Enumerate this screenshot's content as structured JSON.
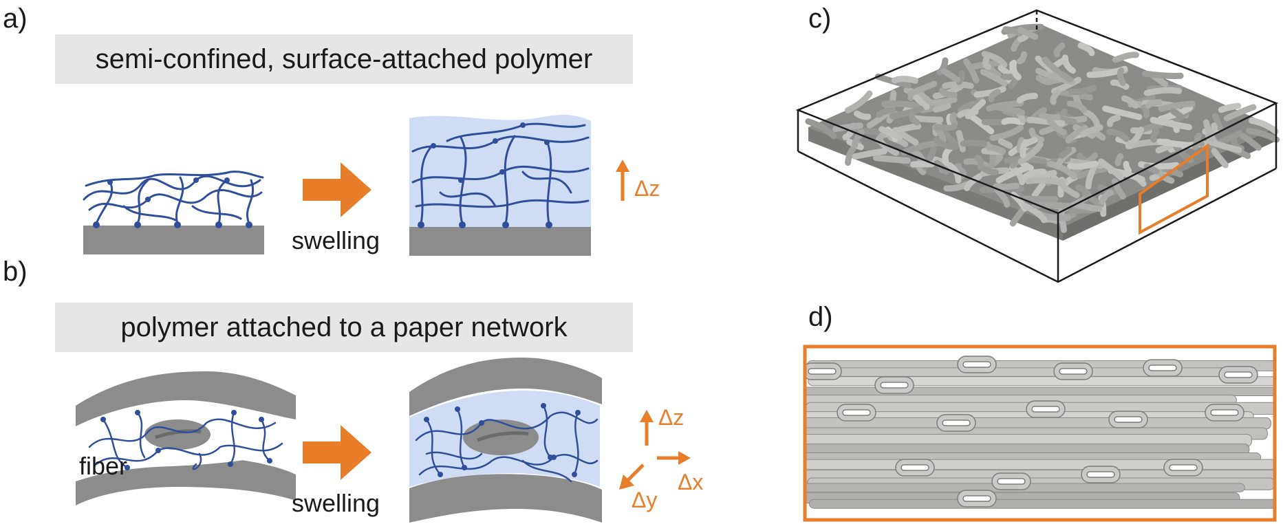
{
  "panels": {
    "a": {
      "label": "a)",
      "banner": "semi-confined, surface-attached polymer"
    },
    "b": {
      "label": "b)",
      "banner": "polymer attached to a paper network"
    },
    "c": {
      "label": "c)"
    },
    "d": {
      "label": "d)"
    }
  },
  "text": {
    "swelling_a": "swelling",
    "swelling_b": "swelling",
    "fiber": "fiber",
    "dz_a": "Δz",
    "dz_b": "Δz",
    "dx_b": "Δx",
    "dy_b": "Δy"
  },
  "colors": {
    "accent": "#e87d2a",
    "polymer": "#2f4f9a",
    "substrate": "#8c8c8c",
    "swollen_gel": "#cfdcf3",
    "banner": "#e6e6e6",
    "fiber_render": "#a6a6a2"
  }
}
